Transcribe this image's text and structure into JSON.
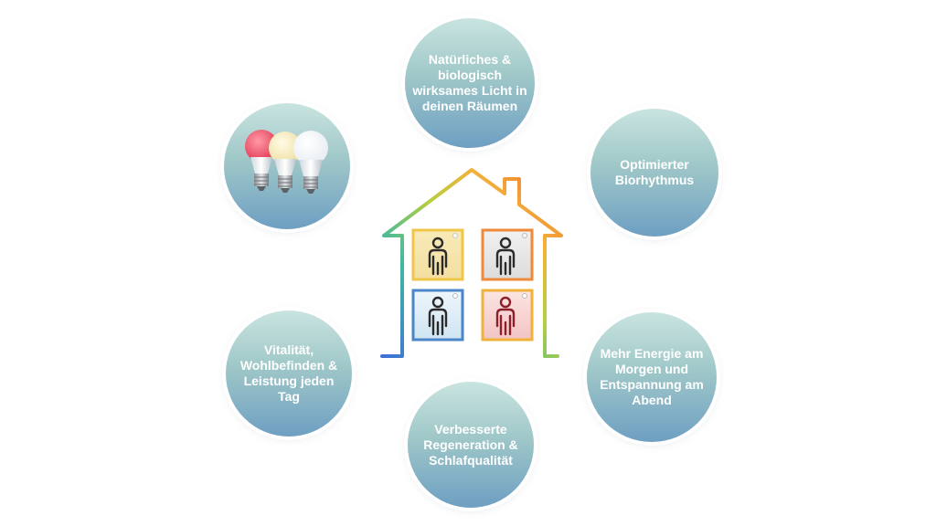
{
  "bubbles": {
    "natural_light": "Natürliches & biologisch wirksames Licht in deinen Räumen",
    "biorhythm": "Optimierter Biorhythmus",
    "energy": "Mehr Energie am Morgen und Entspannung am Abend",
    "regeneration": "Verbesserte Regeneration & Schlafqualität",
    "vitality": "Vitalität, Wohlbefinden & Leistung jeden Tag"
  },
  "icons": {
    "bulbs": "smart-bulbs-icon",
    "house": "house-icon",
    "person": "person-icon",
    "lamp": "ceiling-lamp-icon"
  },
  "colors": {
    "bubble_top": "#c9e4e0",
    "bubble_bottom": "#6e9fc2",
    "bubble_text": "#ffffff",
    "room_warm": "#f6e6b0",
    "room_neutral": "#e3e3e3",
    "room_cool": "#d8eaf5",
    "room_red": "#f5cfcf",
    "bulb_red": "#e8566a",
    "bulb_warm": "#f6eec8",
    "bulb_white": "#ffffff"
  }
}
